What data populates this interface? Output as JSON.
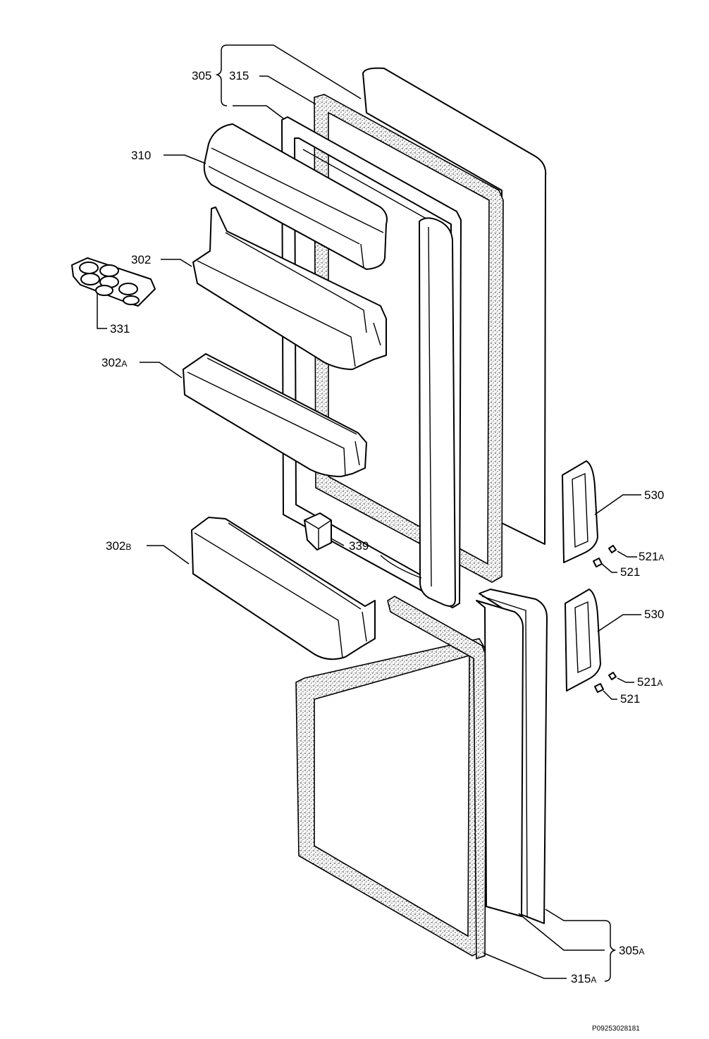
{
  "labels": {
    "l305": "305",
    "l315": "315",
    "l310": "310",
    "l302": "302",
    "l331": "331",
    "l302a_num": "302",
    "l302a_suf": "A",
    "l302b_num": "302",
    "l302b_suf": "B",
    "l339": "339",
    "l530_top": "530",
    "l521a_top_num": "521",
    "l521a_top_suf": "A",
    "l521_top": "521",
    "l530_bot": "530",
    "l521a_bot_num": "521",
    "l521a_bot_suf": "A",
    "l521_bot": "521",
    "l305a_num": "305",
    "l305a_suf": "A",
    "l315a_num": "315",
    "l315a_suf": "A"
  },
  "drawing_code": "P09253028181"
}
